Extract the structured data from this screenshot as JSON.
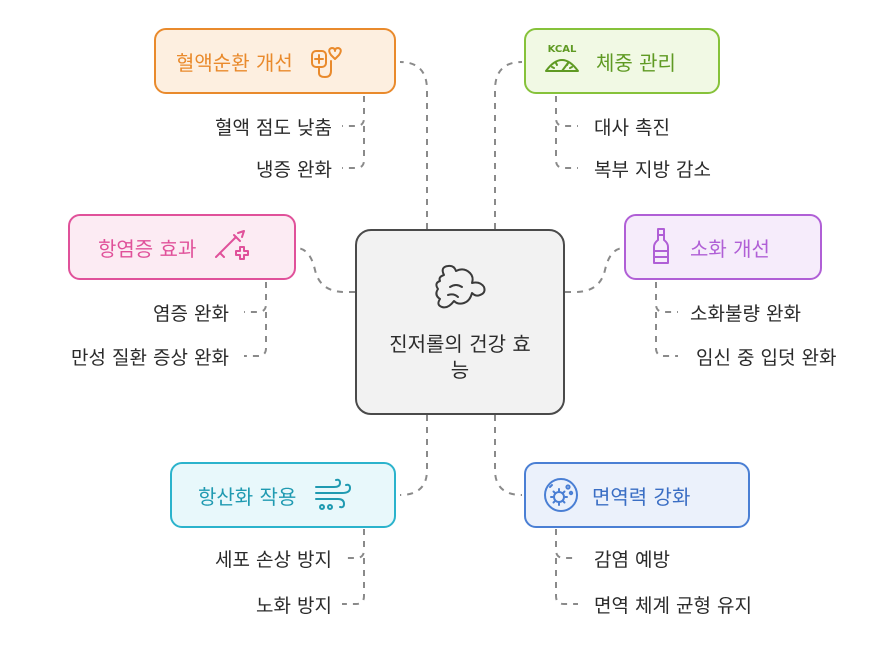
{
  "center": {
    "title": "진저롤의 건강 효능",
    "icon": "ginger-root-icon"
  },
  "branches": [
    {
      "id": "blood",
      "label": "혈액순환 개선",
      "icon": "heart-iv-bag-icon",
      "color": "#e98a2c",
      "fill": "#fdefe0",
      "children": [
        "혈액 점도 낮춤",
        "냉증 완화"
      ]
    },
    {
      "id": "weight",
      "label": "체중 관리",
      "icon": "kcal-scale-icon",
      "color": "#86c23a",
      "fill": "#f1f9e4",
      "icon_text": "KCAL",
      "children": [
        "대사 촉진",
        "복부 지방 감소"
      ]
    },
    {
      "id": "antiinflam",
      "label": "항염증 효과",
      "icon": "syringe-plus-icon",
      "color": "#e0519a",
      "fill": "#fcebf3",
      "children": [
        "염증 완화",
        "만성 질환 증상 완화"
      ]
    },
    {
      "id": "digestion",
      "label": "소화 개선",
      "icon": "bottle-icon",
      "color": "#b05fd6",
      "fill": "#f6ecfb",
      "children": [
        "소화불량 완화",
        "임신 중 입덧 완화"
      ]
    },
    {
      "id": "antioxidant",
      "label": "항산화 작용",
      "icon": "wind-flow-icon",
      "color": "#2bb3cc",
      "fill": "#e8f8fb",
      "children": [
        "세포 손상 방지",
        "노화 방지"
      ]
    },
    {
      "id": "immunity",
      "label": "면역력 강화",
      "icon": "virus-cell-icon",
      "color": "#4a7fd4",
      "fill": "#ebf1fb",
      "children": [
        "감염 예방",
        "면역 체계 균형 유지"
      ]
    }
  ],
  "colors": {
    "connector": "#8a8a8a",
    "center_border": "#4a4a4a",
    "center_fill": "#f2f2f2"
  }
}
